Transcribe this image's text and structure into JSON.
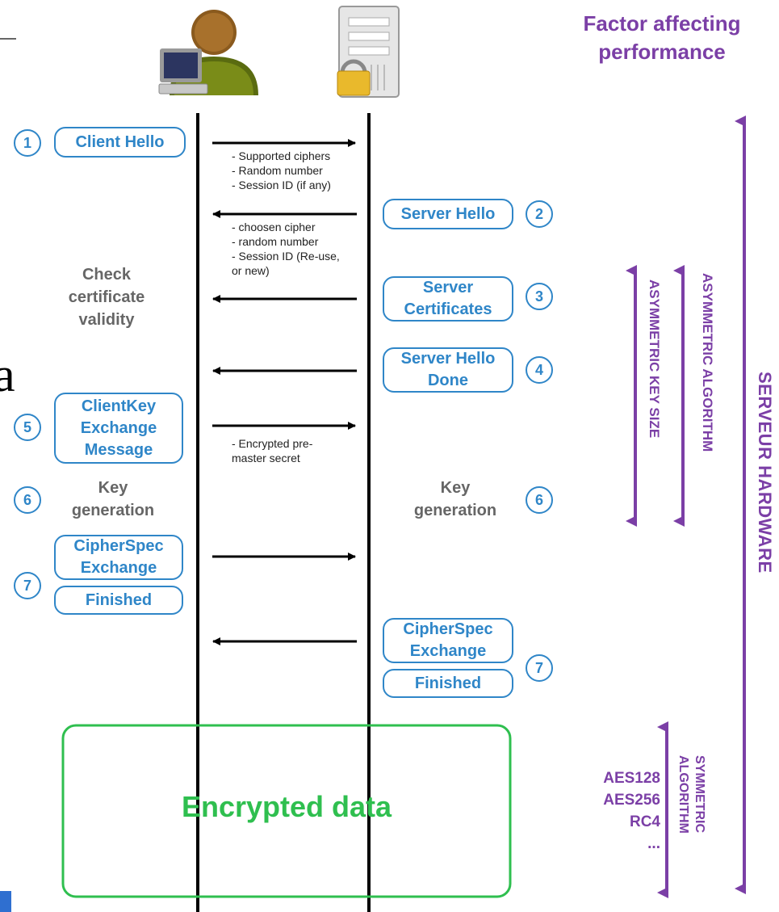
{
  "header": {
    "factor_title": "Factor affecting\nperformance",
    "fragment_left": "a"
  },
  "steps": {
    "s1": "1",
    "s2": "2",
    "s3": "3",
    "s4": "4",
    "s5": "5",
    "s6_left": "6",
    "s6_right": "6",
    "s7_left": "7",
    "s7_right": "7"
  },
  "client": {
    "client_hello": "Client Hello",
    "check_cert": "Check\ncertificate\nvalidity",
    "client_key": "ClientKey\nExchange\nMessage",
    "key_gen": "Key\ngeneration",
    "cipher_spec": "CipherSpec\nExchange",
    "finished": "Finished"
  },
  "server": {
    "server_hello": "Server Hello",
    "server_certs": "Server\nCertificates",
    "server_hello_done": "Server Hello\nDone",
    "key_gen": "Key\ngeneration",
    "cipher_spec": "CipherSpec\nExchange",
    "finished": "Finished"
  },
  "notes": {
    "client_hello": "- Supported ciphers\n- Random number\n- Session ID (if any)",
    "server_hello": "- choosen cipher\n- random number\n- Session ID (Re-use,\nor new)",
    "client_key": "- Encrypted pre-\nmaster secret"
  },
  "encrypted": "Encrypted data",
  "factors": {
    "asym_algorithm": "ASYMMETRIC ALGORITHM",
    "asym_key_size": "ASYMMETRIC KEY SIZE",
    "server_hardware": "SERVEUR HARDWARE",
    "sym_algorithm": "SYMMETRIC\nALGORITHM",
    "sym_list": "AES128\nAES256\nRC4\n..."
  },
  "colors": {
    "blue": "#2f86c8",
    "purple": "#7b3fa6",
    "green": "#2fbf4f",
    "gray": "#666666"
  }
}
